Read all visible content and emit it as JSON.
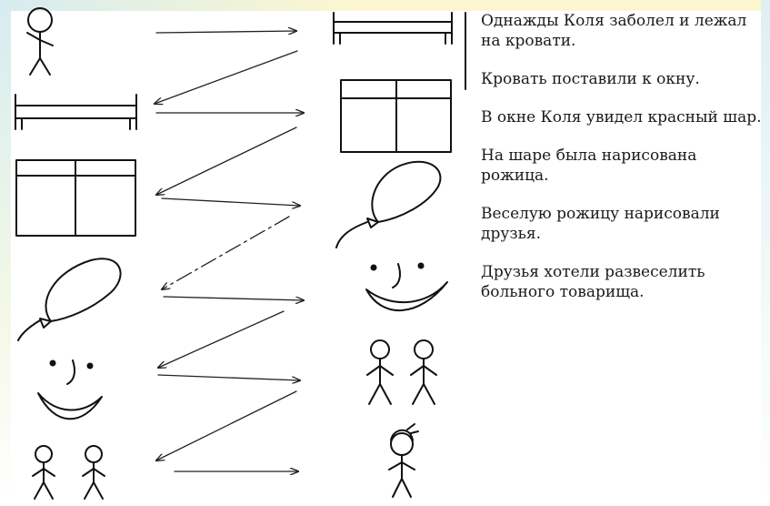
{
  "sentences": [
    "Однажды Коля заболел и лежал на кровати.",
    "Кровать поставили к окну.",
    "В окне Коля увидел красный шар.",
    "На шаре была нарисована рожица.",
    "Веселую рожицу нарисовали друзья.",
    "Друзья хотели развеселить больного товарища."
  ],
  "left_column": [
    "boy-figure",
    "bed",
    "window",
    "balloon",
    "smiley-face",
    "two-friends"
  ],
  "right_column": [
    "bed",
    "window",
    "balloon",
    "smiley-face",
    "two-friends",
    "boy-with-cap"
  ],
  "colors": {
    "ink": "#111111",
    "background": "#ffffff",
    "deco_blue": "#d6ecf0",
    "deco_yellow": "#fbf6d0"
  }
}
